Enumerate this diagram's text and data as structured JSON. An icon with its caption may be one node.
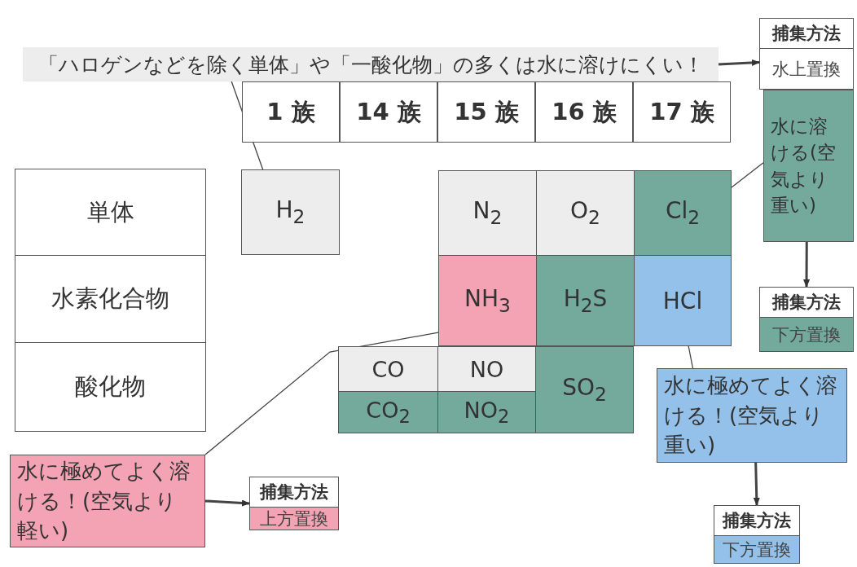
{
  "diagram": {
    "nodes": [
      {
        "text": [
          "「ハロゲンなどを除く単体」や「一酸化物」の多くは水に溶けにくい！"
        ]
      },
      {
        "text": [
          "捕集方法",
          "水上置換"
        ]
      },
      {
        "text": [
          "1 族"
        ]
      },
      {
        "text": [
          "14 族"
        ]
      },
      {
        "text": [
          "15 族"
        ]
      },
      {
        "text": [
          "16 族"
        ]
      },
      {
        "text": [
          "17 族"
        ]
      },
      {
        "text": [
          "水に溶ける(空気より重い)"
        ]
      },
      {
        "text": [
          "捕集方法",
          "下方置換"
        ]
      },
      {
        "text": [
          "単体"
        ]
      },
      {
        "text": [
          "水素化合物"
        ]
      },
      {
        "text": [
          "酸化物"
        ]
      },
      {
        "text": [
          "H$_{2}$"
        ]
      },
      {
        "text": [
          "N$_{2}$"
        ]
      },
      {
        "text": [
          "O$_{2}$"
        ]
      },
      {
        "text": [
          "Cl$_{2}$"
        ]
      },
      {
        "text": [
          "NH$_{3}$"
        ]
      },
      {
        "text": [
          "H$_{2}$S"
        ]
      },
      {
        "text": [
          "HCl"
        ]
      },
      {
        "text": [
          "CO"
        ]
      },
      {
        "text": [
          "NO"
        ]
      },
      {
        "text": [
          "SO$_{2}$"
        ]
      },
      {
        "text": [
          "CO$_{2}$"
        ]
      },
      {
        "text": [
          "NO$_{2}$"
        ]
      },
      {
        "text": [
          "水に極めてよく溶ける！(空気より重い)"
        ]
      },
      {
        "text": [
          "水に極めてよく溶ける！(空気より軽い)"
        ]
      },
      {
        "text": [
          "捕集方法",
          "上方置換"
        ]
      },
      {
        "text": [
          "捕集方法",
          "下方置換"
        ]
      }
    ],
    "edges": [
      {
        "from": 0,
        "to": 1,
        "arrow": "to",
        "style": "thick"
      },
      {
        "from": 0,
        "to": 12,
        "arrow": "none"
      },
      {
        "from": 7,
        "to": 15,
        "arrow": "none"
      },
      {
        "from": 7,
        "to": 8,
        "arrow": "to",
        "style": "thick"
      },
      {
        "from": 25,
        "to": 16,
        "arrow": "none"
      },
      {
        "from": 25,
        "to": 26,
        "arrow": "to",
        "style": "thick"
      },
      {
        "from": 24,
        "to": 18,
        "arrow": "none"
      },
      {
        "from": 24,
        "to": 27,
        "arrow": "to",
        "style": "thick"
      }
    ]
  }
}
